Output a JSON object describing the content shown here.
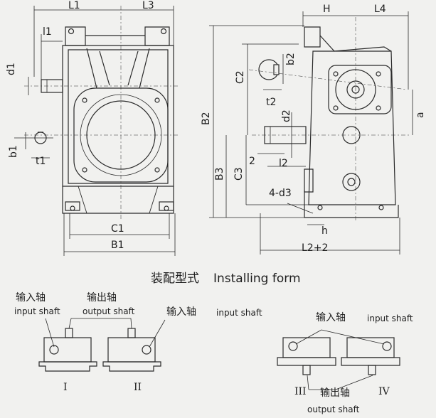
{
  "dimensions": {
    "L1": "L1",
    "L3": "L3",
    "l1": "l1",
    "d1": "d1",
    "b1": "b1",
    "t1": "t1",
    "C1": "C1",
    "B1": "B1",
    "C2": "C2",
    "B2": "B2",
    "B3": "B3",
    "C3": "C3",
    "two": "2",
    "H": "H",
    "L4": "L4",
    "b2": "b2",
    "t2": "t2",
    "d2": "d2",
    "a": "a",
    "l2": "l2",
    "bolt": "4-d3",
    "h": "h",
    "L2plus2": "L2+2"
  },
  "caption": {
    "cn": "装配型式",
    "en": "Installing form"
  },
  "install": {
    "input_cn": "输入轴",
    "input_en": "input shaft",
    "output_cn": "输出轴",
    "output_en": "output shaft",
    "roman": [
      "I",
      "II",
      "III",
      "IV"
    ]
  },
  "colors": {
    "line": "#2a2a2a",
    "paper": "#f1f1ef"
  }
}
